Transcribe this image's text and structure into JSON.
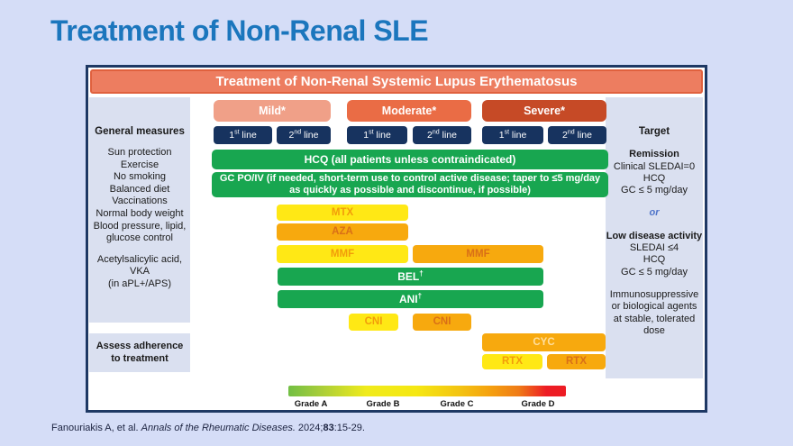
{
  "slide": {
    "title": "Treatment of Non-Renal SLE",
    "citation": {
      "authors": "Fanouriakis A, et al. ",
      "journal": "Annals of the Rheumatic Diseases.",
      "mid": " 2024;",
      "volume": "83",
      "end": ":15-29."
    }
  },
  "figure": {
    "header": "Treatment of Non-Renal Systemic Lupus Erythematosus",
    "severity": [
      {
        "label": "Mild*"
      },
      {
        "label": "Moderate*"
      },
      {
        "label": "Severe*"
      }
    ],
    "line_pair": [
      {
        "ord": "1",
        "sup": "st",
        "rest": " line"
      },
      {
        "ord": "2",
        "sup": "nd",
        "rest": " line"
      }
    ],
    "general": {
      "title": "General measures",
      "lines": [
        "Sun protection",
        "Exercise",
        "No smoking",
        "Balanced diet",
        "Vaccinations",
        "Normal body weight",
        "Blood pressure, lipid,",
        "glucose control"
      ],
      "antiplatelet_lines": [
        "Acetylsalicylic acid,",
        "VKA",
        "(in aPL+/APS)"
      ]
    },
    "adherence": "Assess adherence to treatment",
    "target": {
      "title": "Target",
      "remission_heading": "Remission",
      "remission_lines": [
        "Clinical SLEDAI=0",
        "HCQ",
        "GC ≤ 5 mg/day"
      ],
      "or_label": "or",
      "lda_heading": "Low disease activity",
      "lda_lines": [
        "SLEDAI ≤4",
        "HCQ",
        "GC ≤ 5 mg/day"
      ],
      "maintenance_lines": [
        "Immunosuppressive",
        "or biological agents",
        "at stable, tolerated",
        "dose"
      ]
    },
    "bars": {
      "hcq": "HCQ (all patients unless contraindicated)",
      "gc": "GC PO/IV (if needed, short-term use to control active disease; taper to ≤5 mg/day as quickly as possible and discontinue, if possible)",
      "mtx": "MTX",
      "aza": "AZA",
      "mmf_first": "MMF",
      "mmf_second": "MMF",
      "bel": "BEL",
      "ani": "ANI",
      "dagger": "†",
      "cni_first": "CNI",
      "cni_second": "CNI",
      "cyc": "CYC",
      "rtx_first": "RTX",
      "rtx_second": "RTX"
    },
    "grades": [
      "Grade A",
      "Grade B",
      "Grade C",
      "Grade D"
    ],
    "colors": {
      "background": "#d5ddf7",
      "slide_title": "#1b76bd",
      "figure_border": "#1e3864",
      "header_bg": "#ed7d60",
      "mild": "#f0a088",
      "moderate": "#ea6c45",
      "severe": "#c64a26",
      "line_button": "#17335f",
      "green_bar": "#18a650",
      "yellow_bar": "#ffe815",
      "orange_bar": "#f7a90e",
      "side_panel": "#dae0f0",
      "grade_gradient": [
        "#72bf44",
        "#f0eb1c",
        "#f5a30f",
        "#ed1c24"
      ]
    }
  }
}
